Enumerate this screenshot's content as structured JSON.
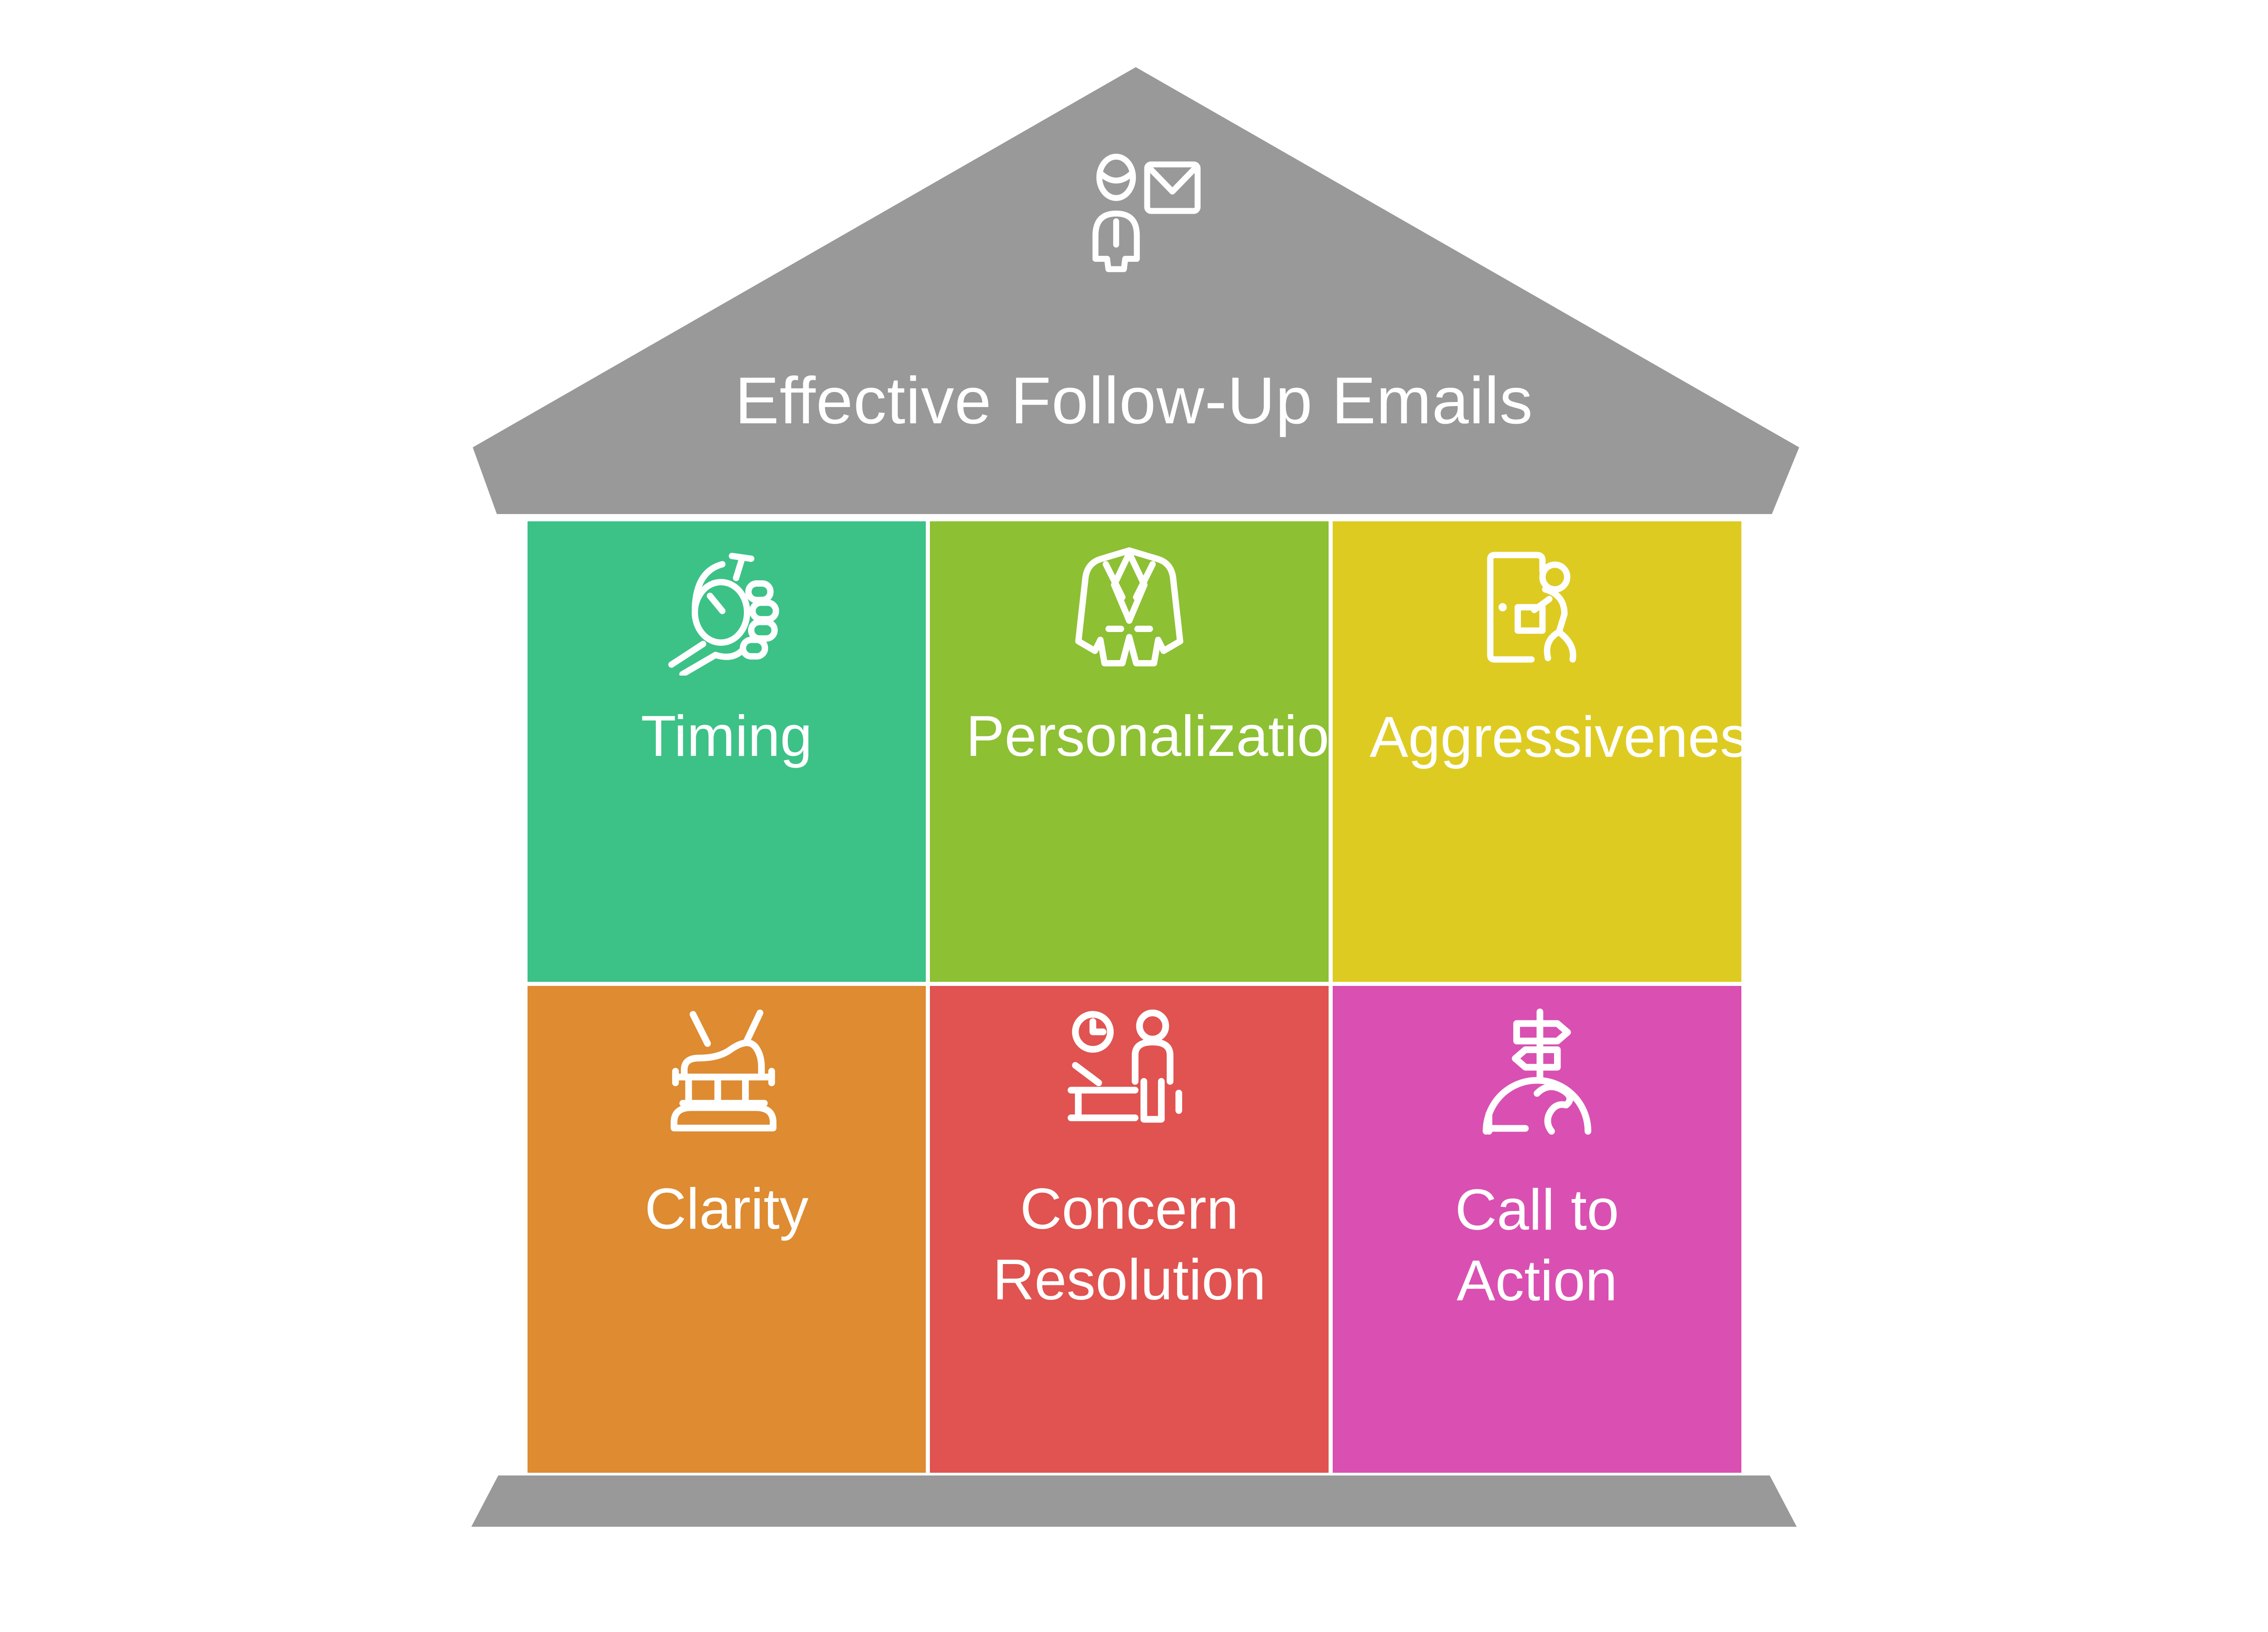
{
  "title": "Effective Follow-Up Emails",
  "roof": {
    "icon": "person-mail-icon",
    "color": "#999999"
  },
  "base": {
    "color": "#999999"
  },
  "background_color": "#ffffff",
  "text_color": "#ffffff",
  "cells": [
    {
      "id": "timing",
      "label": "Timing",
      "color": "#3CC287",
      "icon": "stopwatch-hand-icon"
    },
    {
      "id": "personalization",
      "label": "Personalization",
      "color": "#8DC033",
      "icon": "blazer-icon"
    },
    {
      "id": "aggressiveness",
      "label": "Aggressiveness",
      "color": "#DECB21",
      "icon": "door-exit-icon"
    },
    {
      "id": "clarity",
      "label": "Clarity",
      "color": "#DE8B31",
      "icon": "drum-signal-icon"
    },
    {
      "id": "concern-resolution",
      "label": "Concern Resolution",
      "color": "#E05350",
      "icon": "consultation-couch-icon"
    },
    {
      "id": "call-to-action",
      "label": "Call to Action",
      "color": "#D950B2",
      "icon": "signpost-globe-icon"
    }
  ]
}
